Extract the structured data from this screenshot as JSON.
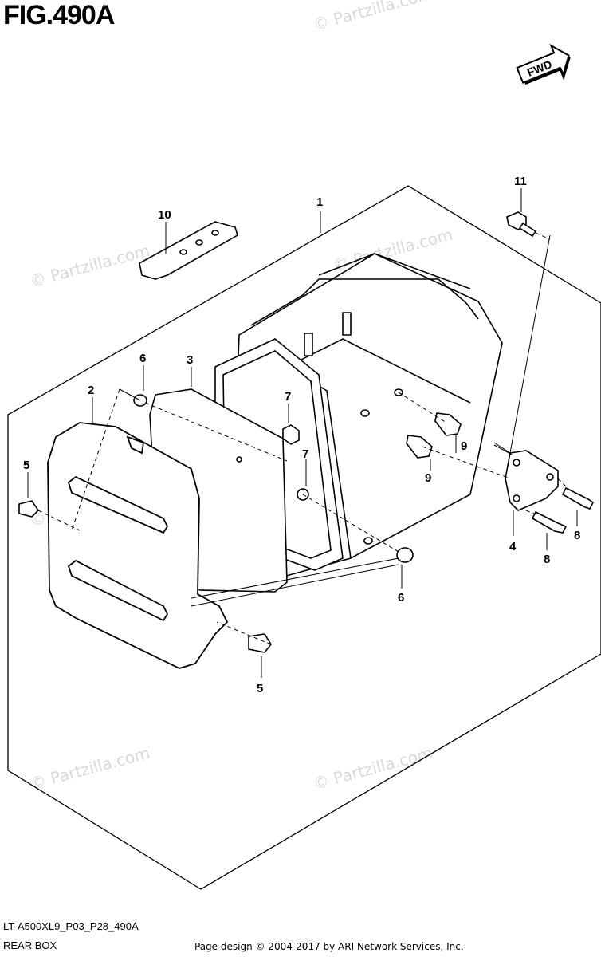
{
  "figure": {
    "title": "FIG.490A",
    "fwd_label": "FWD",
    "code": "LT-A500XL9_P03_P28_490A",
    "name": "REAR BOX",
    "copyright": "Page design © 2004-2017 by ARI Network Services, Inc.",
    "watermark": "© Partzilla.com"
  },
  "callouts": [
    {
      "id": "1",
      "label": "1"
    },
    {
      "id": "2",
      "label": "2"
    },
    {
      "id": "3",
      "label": "3"
    },
    {
      "id": "4",
      "label": "4"
    },
    {
      "id": "5a",
      "label": "5"
    },
    {
      "id": "5b",
      "label": "5"
    },
    {
      "id": "6a",
      "label": "6"
    },
    {
      "id": "6b",
      "label": "6"
    },
    {
      "id": "7a",
      "label": "7"
    },
    {
      "id": "7b",
      "label": "7"
    },
    {
      "id": "8a",
      "label": "8"
    },
    {
      "id": "8b",
      "label": "8"
    },
    {
      "id": "9a",
      "label": "9"
    },
    {
      "id": "9b",
      "label": "9"
    },
    {
      "id": "10",
      "label": "10"
    },
    {
      "id": "11",
      "label": "11"
    }
  ]
}
